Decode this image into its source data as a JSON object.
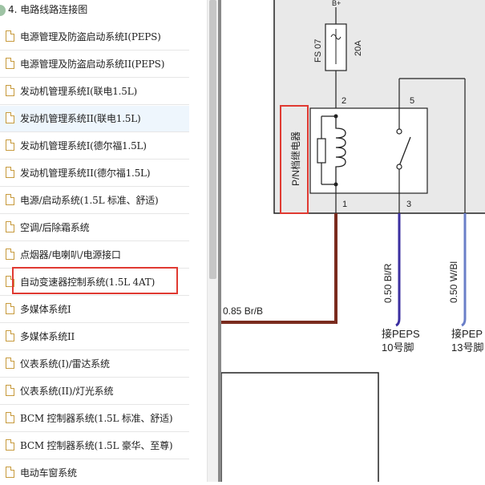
{
  "tree": {
    "section_title": "4. 电路线路连接图",
    "items": [
      {
        "label": "电源管理及防盗启动系统I(PEPS)"
      },
      {
        "label": "电源管理及防盗启动系统II(PEPS)"
      },
      {
        "label": "发动机管理系统I(联电1.5L)"
      },
      {
        "label": "发动机管理系统II(联电1.5L)"
      },
      {
        "label": "发动机管理系统I(德尔福1.5L)"
      },
      {
        "label": "发动机管理系统II(德尔福1.5L)"
      },
      {
        "label": "电源/启动系统(1.5L 标准、舒适)"
      },
      {
        "label": "空调/后除霜系统"
      },
      {
        "label": "点烟器/电喇叭/电源接口"
      },
      {
        "label": "自动变速器控制系统(1.5L 4AT)"
      },
      {
        "label": "多媒体系统I"
      },
      {
        "label": "多媒体系统II"
      },
      {
        "label": "仪表系统(I)/雷达系统"
      },
      {
        "label": "仪表系统(II)/灯光系统"
      },
      {
        "label": "BCM 控制器系统(1.5L 标准、舒适)"
      },
      {
        "label": "BCM 控制器系统(1.5L 豪华、至尊)"
      },
      {
        "label": "电动车窗系统"
      }
    ],
    "selected_index": 3,
    "highlighted_index": 9
  },
  "diagram": {
    "b_plus": "B+",
    "fuse_id": "FS 07",
    "fuse_rating": "20A",
    "relay_label": "P/N档继电器",
    "pin_2": "2",
    "pin_5": "5",
    "pin_1": "1",
    "pin_3": "3",
    "wire_1_label": "0.85 Br/B",
    "wire_3_label": "0.50 Bl/R",
    "wire_right_label": "0.50 W/Bl",
    "conn_1_line1": "接PEPS",
    "conn_1_line2": "10号脚",
    "conn_2_line1": "接PEP",
    "conn_2_line2": "13号脚",
    "colors": {
      "highlight_box": "#e03a32",
      "brown_wire": "#7a2b1e",
      "blue_red_wire": "#3b2fa0",
      "white_blue_wire": "#6a7fc8",
      "module_bg": "#e9e9e9"
    }
  }
}
